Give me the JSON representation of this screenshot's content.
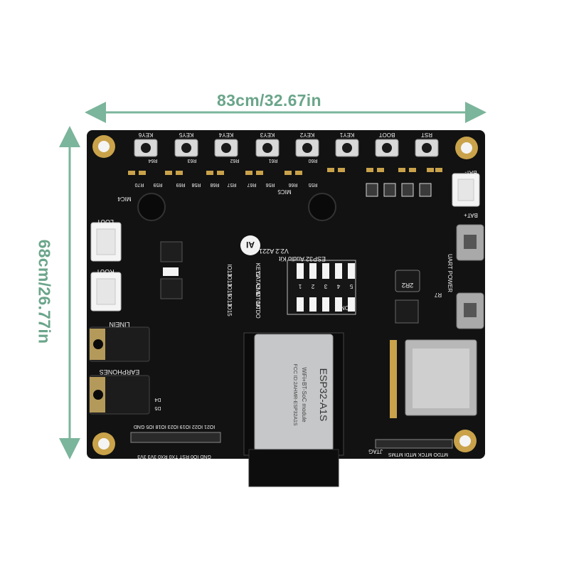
{
  "dimensions": {
    "width_label": "83cm/32.67in",
    "height_label": "68cm/26.77in",
    "arrow_color": "#7bb59b"
  },
  "board": {
    "color": "#121212",
    "silkscreen_color": "#f2f2f2",
    "pad_color": "#c9a24a",
    "key_labels": [
      "KEY6",
      "KEY5",
      "KEY4",
      "KEY3",
      "KEY2",
      "KEY1",
      "BOOT",
      "RST"
    ],
    "resistor_labels_top": [
      "R64",
      "R63",
      "R62",
      "R61",
      "R60"
    ],
    "resistor_labels_row": [
      "R70",
      "R59",
      "R69",
      "R58",
      "R68",
      "R57",
      "R67",
      "R56",
      "R66",
      "R55"
    ],
    "mic_labels": [
      "MIC4",
      "MIC5"
    ],
    "bat_labels": [
      "BAT-",
      "BAT+"
    ],
    "lout_label": "LOUT",
    "rout_label": "ROUT",
    "linein_label": "LINEIN",
    "earphones_label": "EARPHONES",
    "kit_label": "ESP32 Audio Kit",
    "version_label": "V2.2  A221",
    "dip_labels": [
      "1",
      "2",
      "3",
      "4",
      "5"
    ],
    "on_label": "ON",
    "pin_map": [
      [
        "IO13",
        "KEY2"
      ],
      [
        "IO13",
        "DATA3"
      ],
      [
        "IO15",
        "CMD"
      ],
      [
        "IO13",
        "MTCK"
      ],
      [
        "IO15",
        "MTDO"
      ]
    ],
    "module_name": "ESP32-A1S",
    "module_sub": "WiFi+BT-SoC module",
    "module_fcc": "FCC ID:2AHMR-ESP32A1S",
    "uart_power_label": "UART POWER",
    "chip_label": "2R2",
    "jtag_label": "JTAG",
    "jtag_pins": "MTDO MTCK MTDI MTMS",
    "header_top_row": "IO21 IO22 IO19 IO23 IO18 IO5 GND",
    "header_bottom_row": "GND IO0 RST TX0 RX0 3V3 3V3",
    "r_label": "R7",
    "d_labels": [
      "D4",
      "D5"
    ],
    "ai_logo_text": "AI"
  }
}
